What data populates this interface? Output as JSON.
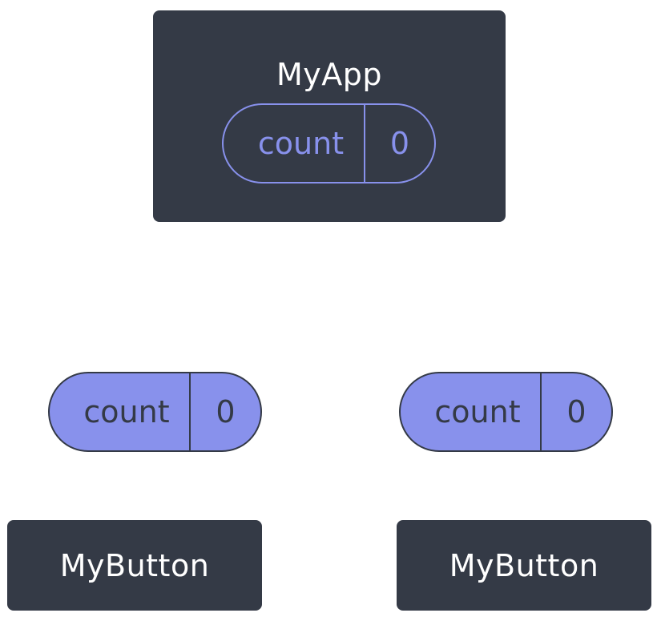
{
  "colors": {
    "component_bg": "#343a46",
    "component_text": "#ffffff",
    "state_accent": "#8891ec",
    "page_bg": "#ffffff"
  },
  "parent": {
    "label": "MyApp",
    "state": {
      "name": "count",
      "value": "0"
    }
  },
  "children": [
    {
      "label": "MyButton",
      "state": {
        "name": "count",
        "value": "0"
      }
    },
    {
      "label": "MyButton",
      "state": {
        "name": "count",
        "value": "0"
      }
    }
  ]
}
